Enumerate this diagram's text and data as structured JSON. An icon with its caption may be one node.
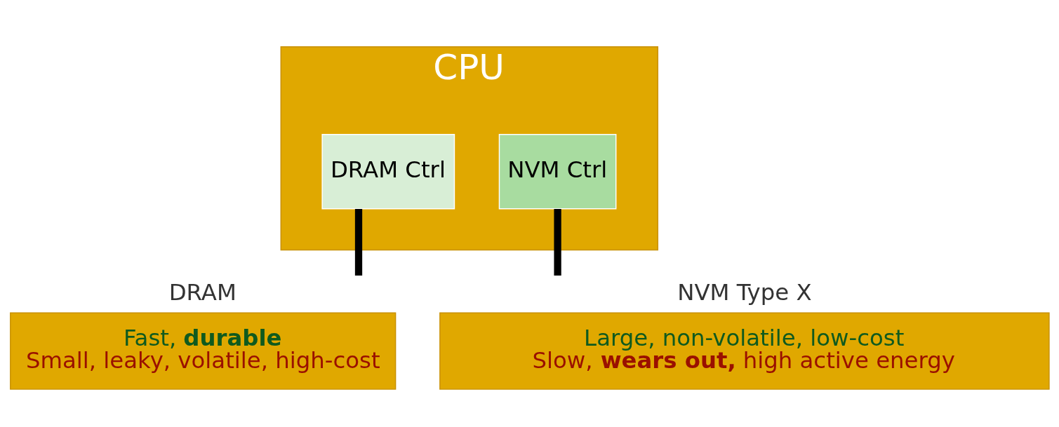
{
  "diagram": {
    "nodes": [
      {
        "text": [
          "CPU"
        ]
      },
      {
        "text": [
          "DRAM Ctrl"
        ],
        "in": 0
      },
      {
        "text": [
          "NVM Ctrl"
        ],
        "in": 0
      },
      {
        "text": [
          "DRAM",
          "Fast, **durable**",
          "Small, leaky, volatile, high-cost"
        ]
      },
      {
        "text": [
          "NVM Type X",
          "Large, non-volatile, low-cost",
          "Slow, **wears out,** high active energy"
        ]
      }
    ],
    "edges": [
      {
        "from": 1,
        "to": 3,
        "arrow": "none"
      },
      {
        "from": 2,
        "to": 4,
        "arrow": "none"
      }
    ]
  }
}
